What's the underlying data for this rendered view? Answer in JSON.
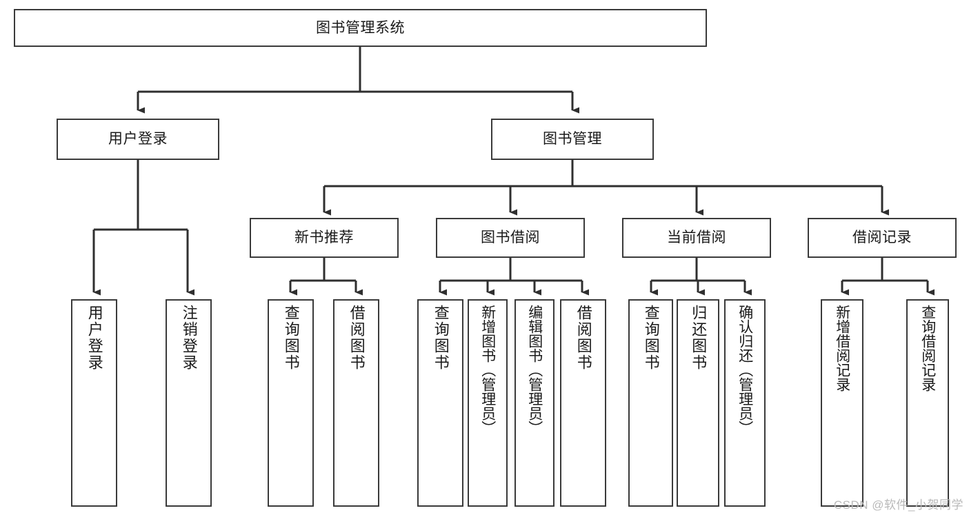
{
  "diagram": {
    "title": "图书管理系统",
    "type": "tree-hierarchy-chart",
    "root": {
      "id": "root",
      "label": "图书管理系统"
    },
    "level2": [
      {
        "id": "user-login",
        "label": "用户登录"
      },
      {
        "id": "book-manage",
        "label": "图书管理"
      }
    ],
    "level3": [
      {
        "id": "new-book-recommend",
        "label": "新书推荐"
      },
      {
        "id": "book-borrow",
        "label": "图书借阅"
      },
      {
        "id": "current-borrow",
        "label": "当前借阅"
      },
      {
        "id": "borrow-record",
        "label": "借阅记录"
      }
    ],
    "leaves": {
      "user_login": [
        {
          "id": "leaf-user-login",
          "label": "用户登录"
        },
        {
          "id": "leaf-logout-login",
          "label": "注销登录"
        }
      ],
      "new_book_recommend": [
        {
          "id": "leaf-query-book-1",
          "label": "查询图书"
        },
        {
          "id": "leaf-borrow-book-1",
          "label": "借阅图书"
        }
      ],
      "book_borrow": [
        {
          "id": "leaf-query-book-2",
          "label": "查询图书"
        },
        {
          "id": "leaf-add-book",
          "label": "新增图书（管理员）"
        },
        {
          "id": "leaf-edit-book",
          "label": "编辑图书（管理员）"
        },
        {
          "id": "leaf-borrow-book-2",
          "label": "借阅图书"
        }
      ],
      "current_borrow": [
        {
          "id": "leaf-query-book-3",
          "label": "查询图书"
        },
        {
          "id": "leaf-return-book",
          "label": "归还图书"
        },
        {
          "id": "leaf-confirm-return",
          "label": "确认归还（管理员）"
        }
      ],
      "borrow_record": [
        {
          "id": "leaf-add-record",
          "label": "新增借阅记录"
        },
        {
          "id": "leaf-query-record",
          "label": "查询借阅记录"
        }
      ]
    },
    "colors": {
      "stroke": "#3a3a3a",
      "fill": "#ffffff",
      "text": "#1a1a1a",
      "watermark": "#b9b9b9"
    }
  },
  "watermark": {
    "text": "CSDN @软件_小贺同学"
  }
}
